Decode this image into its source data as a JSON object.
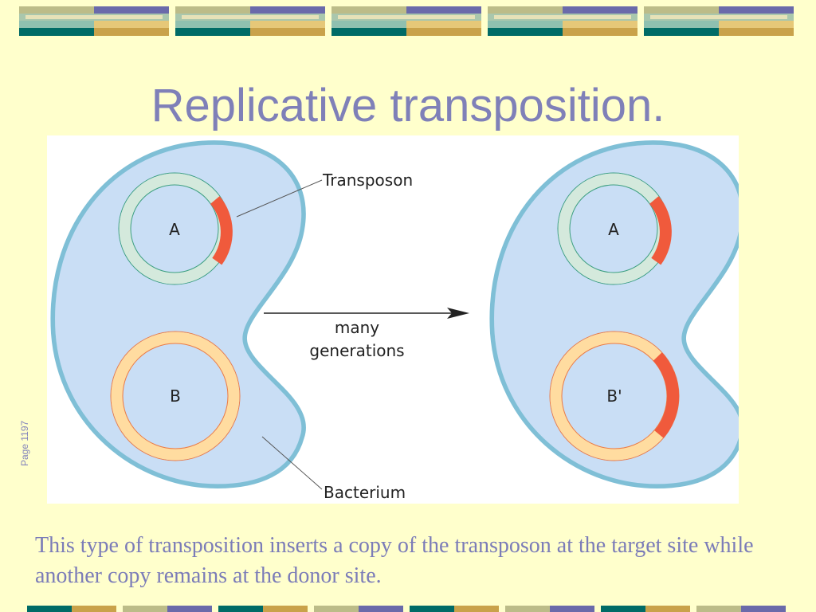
{
  "title": "Replicative transposition.",
  "side_note": "Page 1197",
  "caption": "This type of transposition inserts a copy of the transposon at the target site while another copy remains at the donor site.",
  "figure": {
    "before": {
      "plasmid_top_label": "A",
      "plasmid_bottom_label": "B"
    },
    "after": {
      "plasmid_top_label": "A",
      "plasmid_bottom_label": "B'"
    },
    "transposon_label": "Transposon",
    "bacterium_label": "Bacterium",
    "arrow_label_line1": "many",
    "arrow_label_line2": "generations"
  },
  "colors": {
    "background": "#ffffcc",
    "title": "#7f80b8",
    "cell_fill": "#c9def5",
    "cell_outline": "#7fbfd6",
    "plasmid_a": "#d4e9dc",
    "plasmid_b": "#ffdca0",
    "transposon": "#f05a3c",
    "band_teal": "#006b66",
    "band_gold": "#c9a24a",
    "band_purple": "#6a6aaa",
    "band_olive": "#bcbc88"
  }
}
